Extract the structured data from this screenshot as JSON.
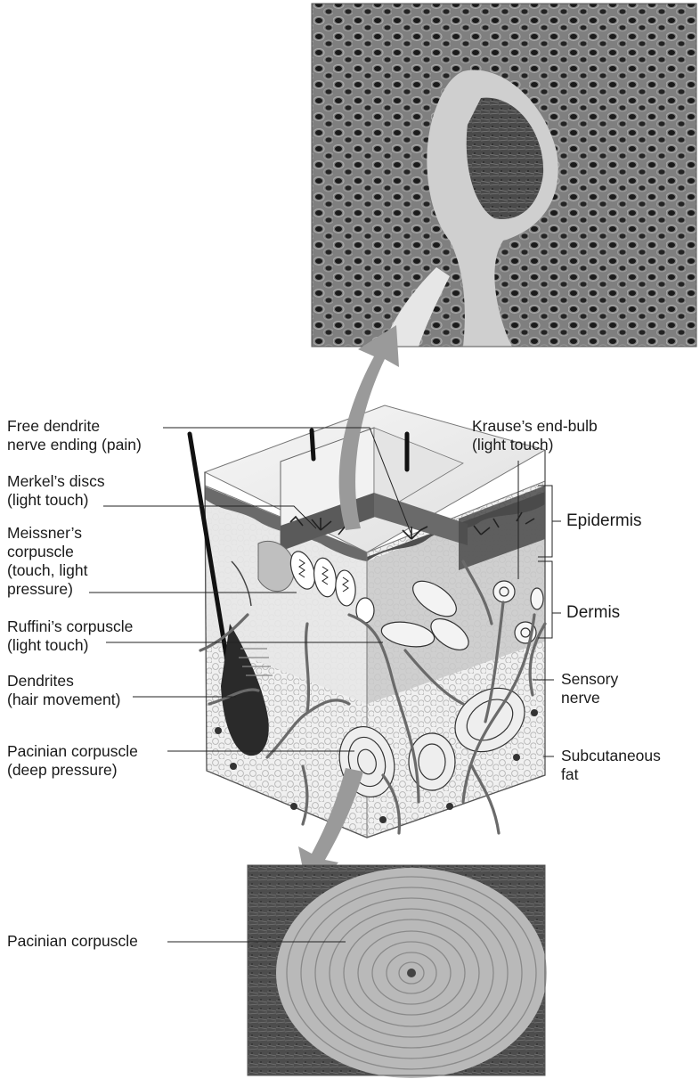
{
  "labels": {
    "free_dendrite": [
      "Free dendrite",
      "nerve ending (pain)"
    ],
    "merkel": [
      "Merkel’s discs",
      "(light touch)"
    ],
    "meissner": [
      "Meissner’s",
      "corpuscle",
      "(touch, light",
      "pressure)"
    ],
    "ruffini": [
      "Ruffini’s corpuscle",
      "(light touch)"
    ],
    "dendrites": [
      "Dendrites",
      "(hair movement)"
    ],
    "pacinian_deep": [
      "Pacinian corpuscle",
      "(deep pressure)"
    ],
    "krause": [
      "Krause’s end-bulb",
      "(light touch)"
    ],
    "epidermis": [
      "Epidermis"
    ],
    "dermis": [
      "Dermis"
    ],
    "sensory_nerve": [
      "Sensory",
      "nerve"
    ],
    "subcutaneous_fat": [
      "Subcutaneous",
      "fat"
    ],
    "pacinian_bottom": [
      "Pacinian corpuscle"
    ]
  },
  "colors": {
    "arrow": "#9a9a9a",
    "micrograph_bg": "#6e6e6e",
    "epidermis_band": "#5a5a5a",
    "dermis_fill": "#d0d0d0",
    "fat_fill": "#ececec"
  }
}
